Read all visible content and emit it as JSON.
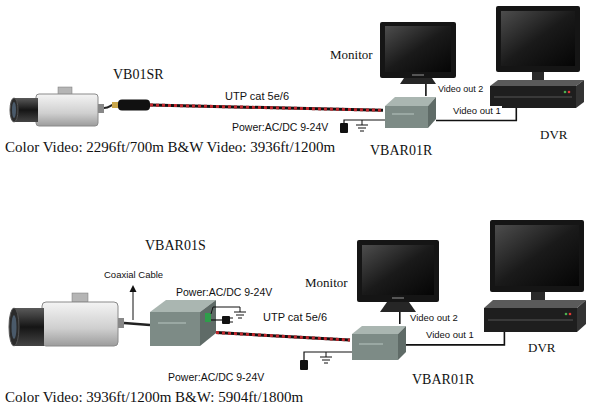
{
  "diagram": {
    "nodes": [
      {
        "text": [
          "VB01SR"
        ]
      },
      {
        "text": [
          "Monitor"
        ]
      },
      {
        "text": [
          "VBAR01R"
        ]
      },
      {
        "text": [
          "DVR"
        ]
      },
      {
        "text": [
          "VBAR01S"
        ]
      },
      {
        "text": [
          "Monitor"
        ]
      },
      {
        "text": [
          "VBAR01R"
        ]
      },
      {
        "text": [
          "DVR"
        ]
      }
    ],
    "edges": [
      {
        "from": 0,
        "to": 2,
        "label": "UTP cat 5e/6",
        "arrow": "none"
      },
      {
        "from": 2,
        "to": 1,
        "label": "Video out 2",
        "arrow": "none"
      },
      {
        "from": 2,
        "to": 3,
        "label": "Video out 1",
        "arrow": "none"
      },
      {
        "from": 4,
        "to": 6,
        "label": "UTP cat 5e/6",
        "arrow": "none"
      },
      {
        "from": 6,
        "to": 5,
        "label": "Video out 2",
        "arrow": "none"
      },
      {
        "from": 6,
        "to": 7,
        "label": "Video out 1",
        "arrow": "none"
      }
    ],
    "labels": [
      "Power:AC/DC 9-24V",
      "Color Video: 2296ft/700m B&W Video: 3936ft/1200m",
      "Coaxial Cable",
      "Power:AC/DC 9-24V",
      "Power:AC/DC 9-24V",
      "Color Video: 3936ft/1200m B&W: 5904ft/1800m"
    ]
  }
}
